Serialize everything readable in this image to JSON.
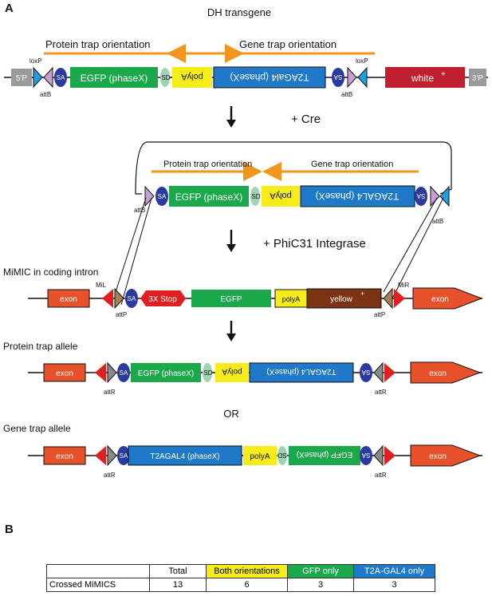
{
  "panels": {
    "a": "A",
    "b": "B"
  },
  "titles": {
    "dh": "DH transgene",
    "cre": "+ Cre",
    "phic31": "+ PhiC31 Integrase",
    "mimic": "MiMIC in coding intron",
    "protein_allele": "Protein trap allele",
    "or": "OR",
    "gene_allele": "Gene trap allele"
  },
  "orient": {
    "protein": "Protein trap orientation",
    "gene": "Gene trap orientation"
  },
  "elements": {
    "p5": "5'P",
    "p3": "3'P",
    "loxp": "loxP",
    "attb": "attB",
    "attp": "attP",
    "attr": "attR",
    "mil": "MiL",
    "mir": "MiR",
    "sa": "SA",
    "sd": "SD",
    "egfp_phase": "EGFP (phaseX)",
    "polya": "polyA",
    "t2agal4": "T2AGal4 (phaseX)",
    "t2agal4_caps": "T2AGAL4 (phaseX)",
    "white": "white",
    "plus": "+",
    "exon": "exon",
    "stop": "3X Stop",
    "egfp": "EGFP",
    "yellow": "yellow"
  },
  "table": {
    "headers": [
      "",
      "Total",
      "Both orientations",
      "GFP only",
      "T2A-GAL4 only"
    ],
    "rows": [
      [
        "Crossed MiMICS",
        "13",
        "6",
        "3",
        "3"
      ]
    ]
  },
  "colors": {
    "egfp": "#1aa84a",
    "t2agal4": "#1f78c8",
    "polya": "#f5ec1a",
    "sa": "#2b3a9e",
    "sd": "#9fd3b4",
    "white": "#c0202e",
    "exon": "#e8522a",
    "stop": "#e02020",
    "yellow_gene": "#7a3414",
    "orient_arrow": "#f0961e",
    "attb": "#c8a0d0",
    "loxp": "#1ea0e0",
    "attp": "#a88058",
    "grey": "#9a9a9a"
  }
}
